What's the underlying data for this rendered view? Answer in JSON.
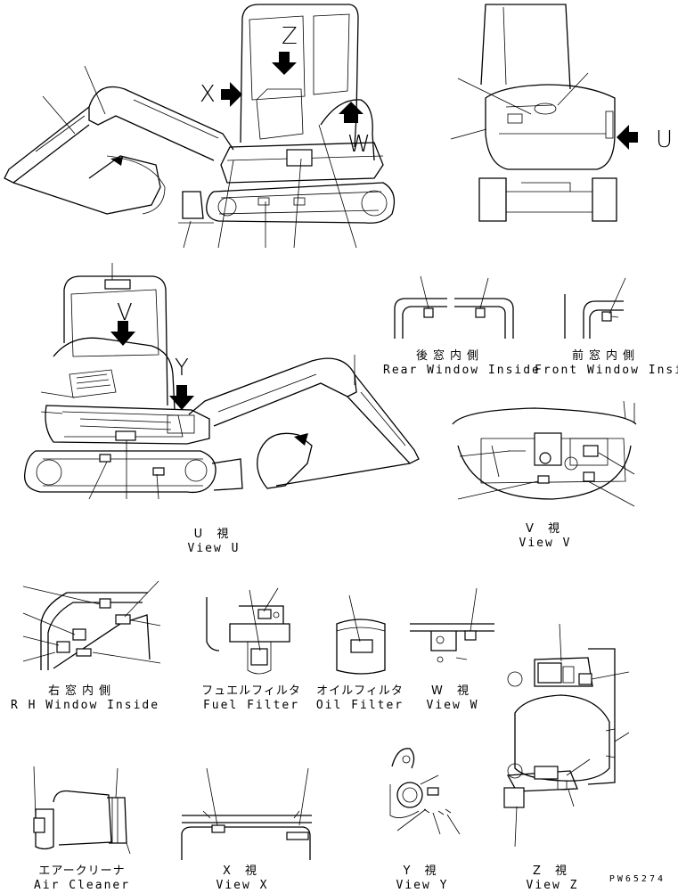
{
  "drawing": {
    "code": "PW65274"
  },
  "view_letters": {
    "x": "X",
    "z": "Z",
    "w": "W",
    "u": "U",
    "v": "V",
    "y": "Y"
  },
  "captions": {
    "rear_window": {
      "jp": "後窓内側",
      "en": "Rear Window Inside"
    },
    "front_window": {
      "jp": "前窓内側",
      "en": "Front Window Inside"
    },
    "view_u": {
      "jp": "U 視",
      "en": "View U"
    },
    "view_v": {
      "jp": "V 視",
      "en": "View V"
    },
    "rh_window": {
      "jp": "右窓内側",
      "en": "R H Window Inside"
    },
    "fuel_filter": {
      "jp": "フュエルフィルタ",
      "en": "Fuel Filter"
    },
    "oil_filter": {
      "jp": "オイルフィルタ",
      "en": "Oil Filter"
    },
    "view_w": {
      "jp": "W 視",
      "en": "View W"
    },
    "air_cleaner": {
      "jp": "エアークリーナ",
      "en": "Air Cleaner"
    },
    "view_x": {
      "jp": "X 視",
      "en": "View X"
    },
    "view_y": {
      "jp": "Y 視",
      "en": "View Y"
    },
    "view_z": {
      "jp": "Z 視",
      "en": "View Z"
    }
  }
}
